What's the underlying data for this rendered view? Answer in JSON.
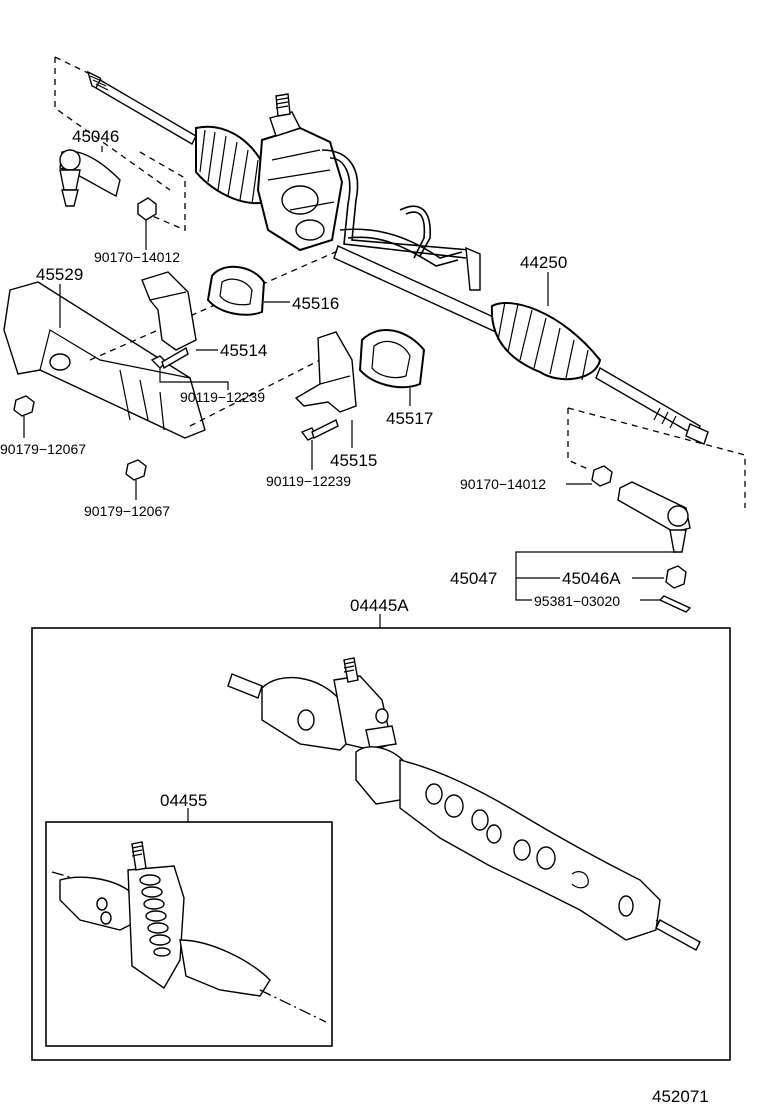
{
  "labels": {
    "p45046": "45046",
    "p90170_a": "90170−14012",
    "p45529": "45529",
    "p45516": "45516",
    "p45514": "45514",
    "p90119_a": "90119−12239",
    "p90179_a": "90179−12067",
    "p90179_b": "90179−12067",
    "p45517": "45517",
    "p45515": "45515",
    "p90119_b": "90119−12239",
    "p44250": "44250",
    "p90170_b": "90170−14012",
    "p45047": "45047",
    "p45046A": "45046A",
    "p95381": "95381−03020",
    "p04445A": "04445A",
    "p04455": "04455",
    "figure_number": "452071"
  }
}
